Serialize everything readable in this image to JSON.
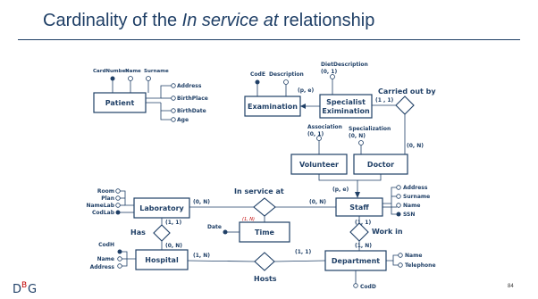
{
  "title": {
    "prefix": "Cardinality of the ",
    "italic": "In service at",
    "suffix": " relationship"
  },
  "entities": {
    "patient": "Patient",
    "examination": "Examination",
    "specialist": [
      "Specialist",
      "Eximination"
    ],
    "volunteer": "Volunteer",
    "doctor": "Doctor",
    "laboratory": "Laboratory",
    "staff": "Staff",
    "time": "Time",
    "hospital": "Hospital",
    "department": "Department"
  },
  "attributes": {
    "patient_top": [
      "CardNumber",
      "Name",
      "Surname"
    ],
    "patient_right": [
      "Address",
      "BirthPlace",
      "BirthDate",
      "Age"
    ],
    "examination_top": [
      "CodE",
      "Description"
    ],
    "diet_description": "DietDescription",
    "association": "Association",
    "specialization": "Specialization",
    "laboratory_left": [
      "Room",
      "Plan",
      "NameLab",
      "CodLab"
    ],
    "staff_right": [
      "Address",
      "Surname",
      "Name",
      "SSN"
    ],
    "time_left": "Date",
    "hospital_left": [
      "CodH",
      "Name",
      "Address"
    ],
    "department_right": [
      "Name",
      "Telephone"
    ],
    "department_bottom": "CodD"
  },
  "relationships": {
    "carried_out_by": "Carried out by",
    "in_service_at": "In service at",
    "has": "Has",
    "work_in": "Work in",
    "hosts": "Hosts"
  },
  "cardinalities": {
    "diet": "(0, 1)",
    "exam_gen": "(p, e)",
    "specialist_carried": "(1 , 1)",
    "doctor_carried": "(0, N)",
    "association": "(0, 1)",
    "specialization": "(0, N)",
    "staff_gen": "(p, e)",
    "lab_service": "(0, N)",
    "staff_service": "(0, N)",
    "time_service": "(1, N)",
    "lab_has": "(1, 1)",
    "hospital_has": "(0, N)",
    "staff_work": "(1, 1)",
    "department_work": "(1, N)",
    "hospital_hosts": "(1, N)",
    "department_hosts": "(1, 1)"
  },
  "logo": "DBG",
  "page_number": "84",
  "colors": {
    "title": "#1f3f66",
    "lines": "#1f3f66",
    "red_label": "#c00000"
  }
}
